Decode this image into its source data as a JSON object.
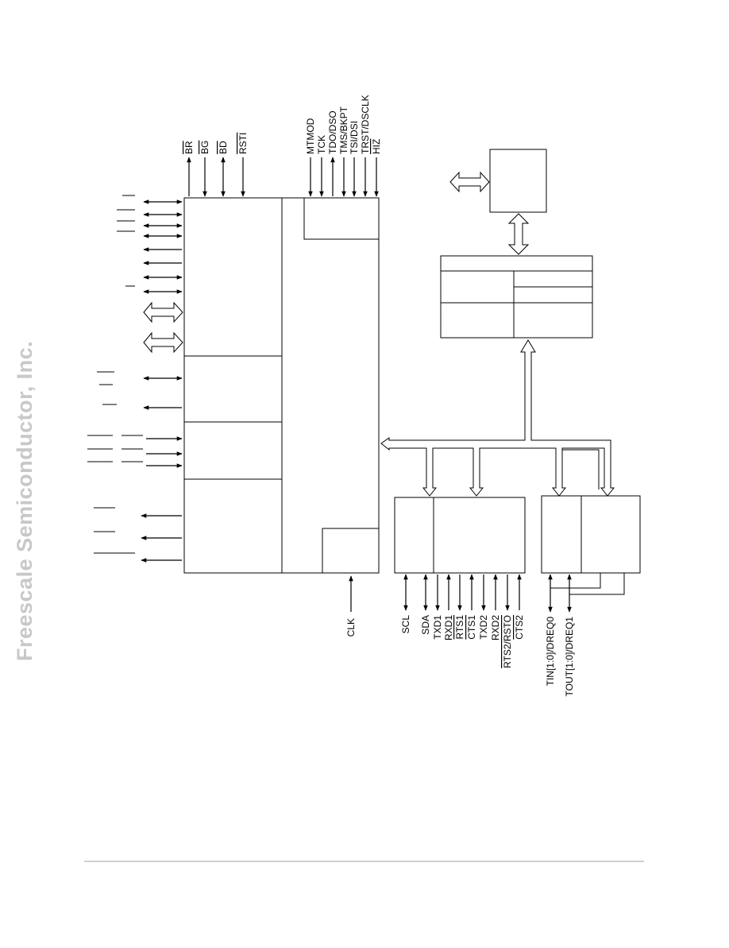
{
  "watermark": "Freescale Semiconductor, Inc.",
  "colors": {
    "line": "#000000",
    "watermark": "#c8c8c8",
    "footer_rule": "#cfcfcf"
  },
  "top_signals": [
    {
      "text": "BR",
      "overbar": true
    },
    {
      "text": "BG",
      "overbar": true
    },
    {
      "text": "BD",
      "overbar": true
    },
    {
      "text": "RSTI",
      "overbar": true
    }
  ],
  "debug_signals": [
    {
      "text": "MTMOD",
      "overbar": false
    },
    {
      "text": "TCK",
      "overbar": false
    },
    {
      "text": "TDO/DSO",
      "overbar": false
    },
    {
      "text": "TMS/BKPT",
      "overbar": false
    },
    {
      "text": "TSI/DSI",
      "overbar": false
    },
    {
      "text": "TRST/DSCLK",
      "overbar": false
    },
    {
      "text": "HIZ",
      "overbar": true
    }
  ],
  "clock_signal": {
    "text": "CLK"
  },
  "serial_signals": [
    {
      "text": "SCL"
    },
    {
      "text": "SDA"
    },
    {
      "text": "TXD1"
    },
    {
      "text": "RXD1"
    },
    {
      "text": "RTS1",
      "overbar": true
    },
    {
      "text": "CTS1",
      "overbar": true
    },
    {
      "text": "TXD2"
    },
    {
      "text": "RXD2"
    },
    {
      "text": "RTS2/RSTO",
      "overbar": true
    },
    {
      "text": "CTS2",
      "overbar": true
    }
  ],
  "timer_signals": [
    {
      "text": "TIN[1:0]/DREQ0"
    },
    {
      "text": "TOUT[1:0]/DREQ1"
    }
  ]
}
